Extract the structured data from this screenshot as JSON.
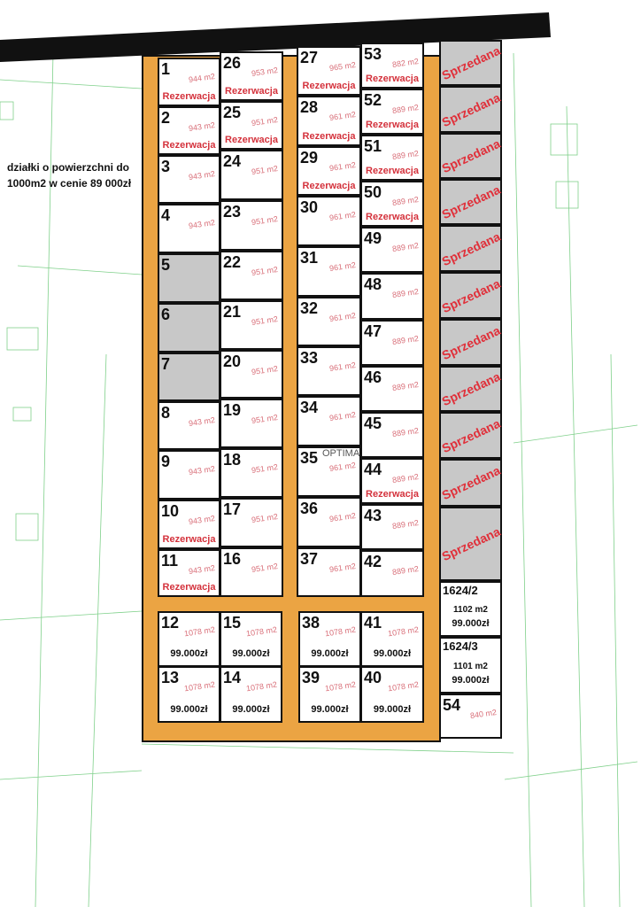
{
  "note": "działki o powierzchni do 1000m2 w cenie 89 000zł",
  "logo": "OPTIMA",
  "labels": {
    "reserved": "Rezerwacja",
    "sold": "Sprzedana"
  },
  "colors": {
    "road": "#111111",
    "frame": "#EBA443",
    "sold": "#c8c8c8",
    "red": "#d4323c"
  },
  "plots": [
    {
      "id": "1",
      "area": "944 m2",
      "status": "reserved"
    },
    {
      "id": "2",
      "area": "943 m2",
      "status": "reserved"
    },
    {
      "id": "3",
      "area": "943 m2"
    },
    {
      "id": "4",
      "area": "943 m2"
    },
    {
      "id": "5",
      "status": "unavailable"
    },
    {
      "id": "6",
      "status": "unavailable"
    },
    {
      "id": "7",
      "status": "unavailable"
    },
    {
      "id": "8",
      "area": "943 m2"
    },
    {
      "id": "9",
      "area": "943 m2"
    },
    {
      "id": "10",
      "area": "943 m2",
      "status": "reserved"
    },
    {
      "id": "11",
      "area": "943 m2",
      "status": "reserved"
    },
    {
      "id": "26",
      "area": "953 m2",
      "status": "reserved"
    },
    {
      "id": "25",
      "area": "951 m2",
      "status": "reserved"
    },
    {
      "id": "24",
      "area": "951 m2"
    },
    {
      "id": "23",
      "area": "951 m2"
    },
    {
      "id": "22",
      "area": "951 m2"
    },
    {
      "id": "21",
      "area": "951 m2"
    },
    {
      "id": "20",
      "area": "951 m2"
    },
    {
      "id": "19",
      "area": "951 m2"
    },
    {
      "id": "18",
      "area": "951 m2"
    },
    {
      "id": "17",
      "area": "951 m2"
    },
    {
      "id": "16",
      "area": "951 m2"
    },
    {
      "id": "27",
      "area": "965 m2",
      "status": "reserved"
    },
    {
      "id": "28",
      "area": "961 m2",
      "status": "reserved"
    },
    {
      "id": "29",
      "area": "961 m2",
      "status": "reserved"
    },
    {
      "id": "30",
      "area": "961 m2"
    },
    {
      "id": "31",
      "area": "961 m2"
    },
    {
      "id": "32",
      "area": "961 m2"
    },
    {
      "id": "33",
      "area": "961 m2"
    },
    {
      "id": "34",
      "area": "961 m2"
    },
    {
      "id": "35",
      "area": "961 m2"
    },
    {
      "id": "36",
      "area": "961 m2"
    },
    {
      "id": "37",
      "area": "961 m2"
    },
    {
      "id": "53",
      "area": "882 m2",
      "status": "reserved"
    },
    {
      "id": "52",
      "area": "889 m2",
      "status": "reserved"
    },
    {
      "id": "51",
      "area": "889 m2",
      "status": "reserved"
    },
    {
      "id": "50",
      "area": "889 m2",
      "status": "reserved"
    },
    {
      "id": "49",
      "area": "889 m2"
    },
    {
      "id": "48",
      "area": "889 m2"
    },
    {
      "id": "47",
      "area": "889 m2"
    },
    {
      "id": "46",
      "area": "889 m2"
    },
    {
      "id": "45",
      "area": "889 m2"
    },
    {
      "id": "44",
      "area": "889 m2",
      "status": "reserved"
    },
    {
      "id": "43",
      "area": "889 m2"
    },
    {
      "id": "42",
      "area": "889 m2"
    },
    {
      "id": "12",
      "area": "1078 m2",
      "price": "99.000zł"
    },
    {
      "id": "15",
      "area": "1078 m2",
      "price": "99.000zł"
    },
    {
      "id": "13",
      "area": "1078 m2",
      "price": "99.000zł"
    },
    {
      "id": "14",
      "area": "1078 m2",
      "price": "99.000zł"
    },
    {
      "id": "38",
      "area": "1078 m2",
      "price": "99.000zł"
    },
    {
      "id": "41",
      "area": "1078 m2",
      "price": "99.000zł"
    },
    {
      "id": "39",
      "area": "1078 m2",
      "price": "99.000zł"
    },
    {
      "id": "40",
      "area": "1078 m2",
      "price": "99.000zł"
    },
    {
      "status": "sold"
    },
    {
      "status": "sold"
    },
    {
      "status": "sold"
    },
    {
      "status": "sold"
    },
    {
      "status": "sold"
    },
    {
      "status": "sold"
    },
    {
      "status": "sold"
    },
    {
      "status": "sold"
    },
    {
      "status": "sold"
    },
    {
      "status": "sold"
    },
    {
      "status": "sold"
    },
    {
      "id": "1624/2",
      "area": "1102 m2",
      "price": "99.000zł",
      "big": true
    },
    {
      "id": "1624/3",
      "area": "1101 m2",
      "price": "99.000zł",
      "big": true
    },
    {
      "id": "54",
      "area": "840 m2"
    }
  ]
}
